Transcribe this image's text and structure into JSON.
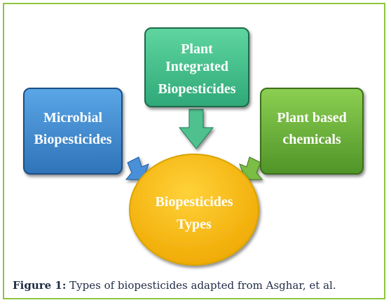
{
  "diagram": {
    "nodes": {
      "plant_integrated": {
        "lines": [
          "Plant",
          "Integrated",
          "Biopesticides"
        ],
        "color": "#3fbf86"
      },
      "microbial": {
        "lines": [
          "Microbial",
          "Biopesticides"
        ],
        "color": "#3f86c9"
      },
      "plant_based": {
        "lines": [
          "Plant based",
          "chemicals"
        ],
        "color": "#6aab3c"
      },
      "types": {
        "lines": [
          "Biopesticides",
          "Types"
        ],
        "color": "#f5b400"
      }
    }
  },
  "caption": {
    "label": "Figure 1:",
    "text": " Types of biopesticides adapted from Asghar, et al."
  }
}
